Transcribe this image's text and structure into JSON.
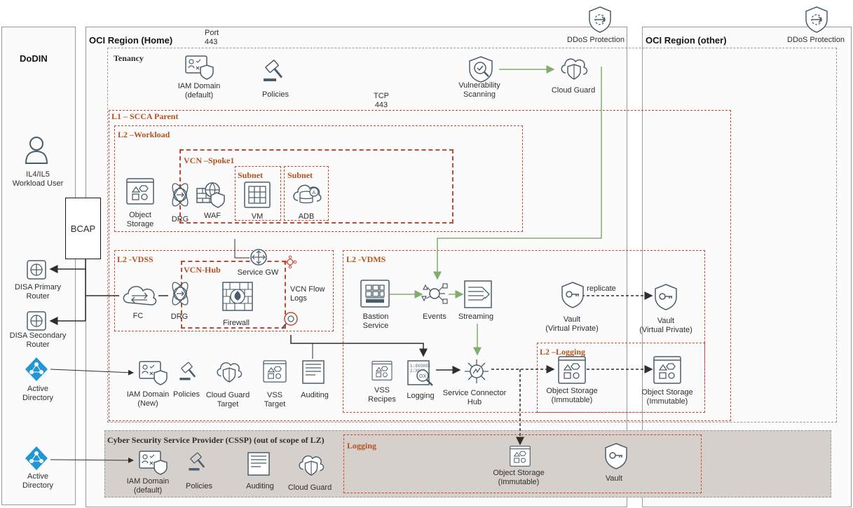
{
  "panels": {
    "dodin": "DoDIN",
    "oci_home": "OCI Region (Home)",
    "oci_other": "OCI Region (other)",
    "tenancy": "Tenancy",
    "l1": "L1 – SCCA Parent",
    "l2_workload": "L2 –Workload",
    "vcn_spoke": "VCN –Spoke1",
    "subnet1": "Subnet",
    "subnet2": "Subnet",
    "l2_vdss": "L2 -VDSS",
    "vcn_hub": "VCN-Hub",
    "l2_vdms": "L2 -VDMS",
    "l2_logging": "L2 –Logging",
    "cssp": "Cyber Security Service Provider (CSSP) (out of scope of LZ)",
    "cssp_logging": "Logging"
  },
  "annotations": {
    "port": "Port\n443",
    "tcp": "TCP\n443",
    "replicate": "replicate"
  },
  "dodin": {
    "user": "IL4/IL5\nWorkload User",
    "bcap": "BCAP",
    "primary_router": "DISA Primary\nRouter",
    "secondary_router": "DISA Secondary\nRouter",
    "ad1": "Active\nDirectory",
    "ad2": "Active\nDirectory"
  },
  "home": {
    "ddos": "DDoS Protection",
    "iam_default": "IAM Domain\n(default)",
    "policies": "Policies",
    "vuln_scan": "Vulnerability\nScanning",
    "cloud_guard": "Cloud Guard",
    "object_storage": "Object\nStorage",
    "drg_workload": "DRG",
    "waf": "WAF",
    "vm": "VM",
    "adb": "ADB",
    "fc": "FC",
    "drg_vdss": "DRG",
    "service_gw": "Service GW",
    "firewall": "Firewall",
    "vcn_flow_logs": "VCN Flow\nLogs",
    "bastion": "Bastion\nService",
    "events": "Events",
    "streaming": "Streaming",
    "vault_home": "Vault\n(Virtual Private)",
    "iam_new": "IAM Domain\n(New)",
    "policies2": "Policies",
    "cg_target": "Cloud Guard\nTarget",
    "vss_target": "VSS\nTarget",
    "auditing": "Auditing",
    "vss_recipes": "VSS\nRecipes",
    "logging": "Logging",
    "sch": "Service Connector\nHub",
    "os_immutable": "Object Storage\n(Immutable)"
  },
  "other": {
    "ddos": "DDoS Protection",
    "vault": "Vault\n(Virtual Private)",
    "os_immutable": "Object Storage\n(Immutable)"
  },
  "cssp": {
    "iam_default": "IAM Domain\n(default)",
    "policies": "Policies",
    "auditing": "Auditing",
    "cloud_guard": "Cloud Guard",
    "os_immutable": "Object Storage\n(Immutable)",
    "vault": "Vault"
  },
  "colors": {
    "icon": "#4a5d6b",
    "accent_orange": "#c74634",
    "title_orange": "#b5521d",
    "green_arrow": "#7fae6e",
    "cssp_bg": "#d6d0cc"
  }
}
